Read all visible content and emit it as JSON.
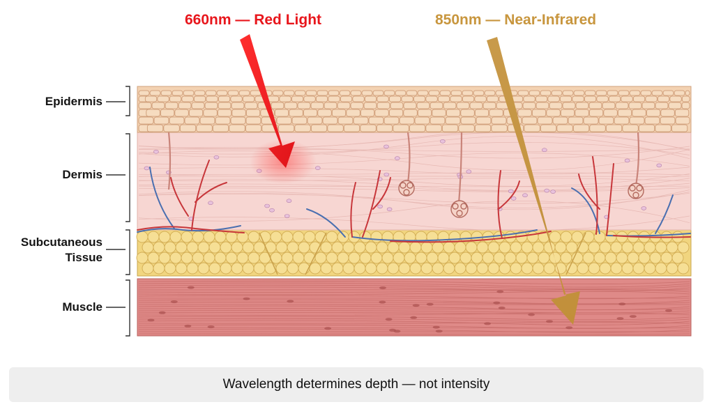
{
  "titles": {
    "red": "660nm — Red Light",
    "nir": "850nm — Near-Infrared"
  },
  "layers": {
    "epidermis": "Epidermis",
    "dermis": "Dermis",
    "subcutaneous_line1": "Subcutaneous",
    "subcutaneous_line2": "Tissue",
    "muscle": "Muscle"
  },
  "caption": "Wavelength determines depth — not intensity",
  "colors": {
    "red_light": "#e8161c",
    "near_infrared": "#c8963e",
    "epidermis": "#f3d2b2",
    "dermis": "#f7d6d2",
    "fat": "#f1d57f",
    "muscle": "#df8a88"
  }
}
